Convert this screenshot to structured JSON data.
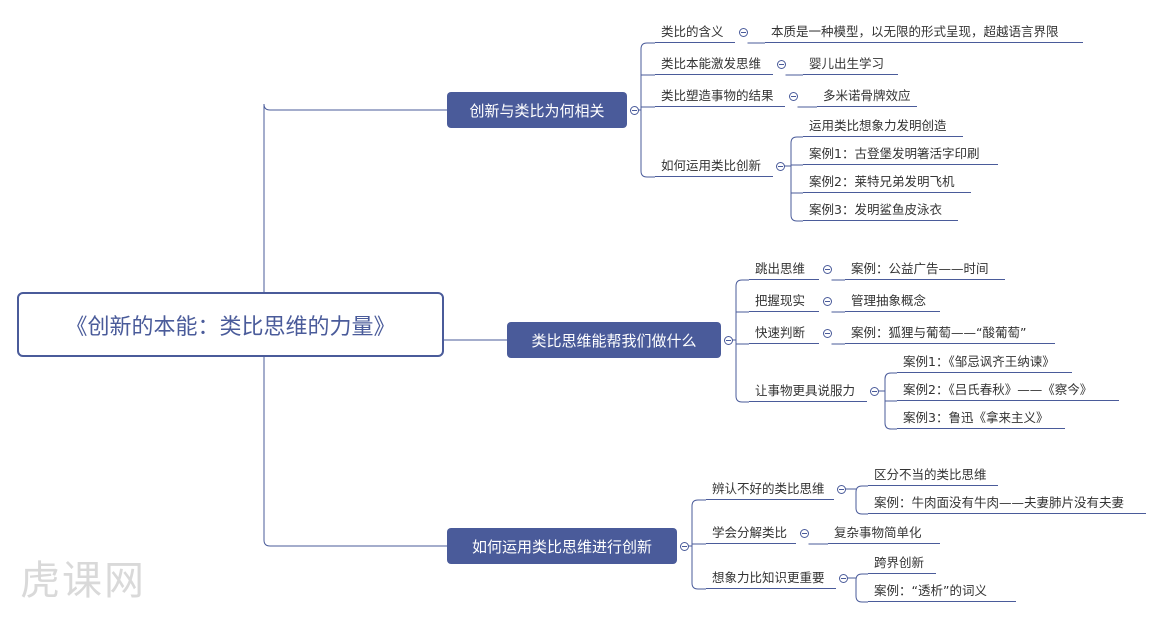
{
  "root": "《创新的本能：类比思维的力量》",
  "watermark": "虎课网",
  "colors": {
    "accent": "#4a5b9a"
  },
  "branches": [
    {
      "label": "创新与类比为何相关",
      "children": [
        {
          "label": "类比的含义",
          "children": [
            "本质是一种模型，以无限的形式呈现，超越语言界限"
          ]
        },
        {
          "label": "类比本能激发思维",
          "children": [
            "婴儿出生学习"
          ]
        },
        {
          "label": "类比塑造事物的结果",
          "children": [
            "多米诺骨牌效应"
          ]
        },
        {
          "label": "如何运用类比创新",
          "children": [
            "运用类比想象力发明创造",
            "案例1：古登堡发明箸活字印刷",
            "案例2：莱特兄弟发明飞机",
            "案例3：发明鲨鱼皮泳衣"
          ]
        }
      ]
    },
    {
      "label": "类比思维能帮我们做什么",
      "children": [
        {
          "label": "跳出思维",
          "children": [
            "案例：公益广告——时间"
          ]
        },
        {
          "label": "把握现实",
          "children": [
            "管理抽象概念"
          ]
        },
        {
          "label": "快速判断",
          "children": [
            "案例：狐狸与葡萄——“酸葡萄”"
          ]
        },
        {
          "label": "让事物更具说服力",
          "children": [
            "案例1：《邹忌讽齐王纳谏》",
            "案例2：《吕氏春秋》——《察今》",
            "案例3：鲁迅《拿来主义》"
          ]
        }
      ]
    },
    {
      "label": "如何运用类比思维进行创新",
      "children": [
        {
          "label": "辨认不好的类比思维",
          "children": [
            "区分不当的类比思维",
            "案例：牛肉面没有牛肉——夫妻肺片没有夫妻"
          ]
        },
        {
          "label": "学会分解类比",
          "children": [
            "复杂事物简单化"
          ]
        },
        {
          "label": "想象力比知识更重要",
          "children": [
            "跨界创新",
            "案例：“透析”的词义"
          ]
        }
      ]
    }
  ]
}
